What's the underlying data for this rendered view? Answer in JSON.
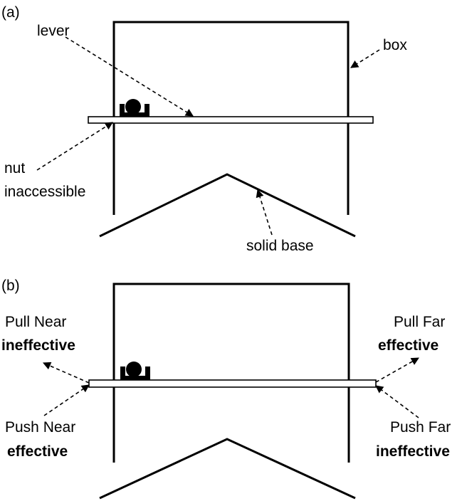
{
  "panel_a": {
    "tag": "(a)",
    "lever_label": "lever",
    "box_label": "box",
    "nut_label_line1": "nut",
    "nut_label_line2": "inaccessible",
    "base_label": "solid base"
  },
  "panel_b": {
    "tag": "(b)",
    "pull_near_line1": "Pull Near",
    "pull_near_line2": "ineffective",
    "push_near_line1": "Push Near",
    "push_near_line2": "effective",
    "pull_far_line1": "Pull Far",
    "pull_far_line2": "effective",
    "push_far_line1": "Push Far",
    "push_far_line2": "ineffective"
  }
}
